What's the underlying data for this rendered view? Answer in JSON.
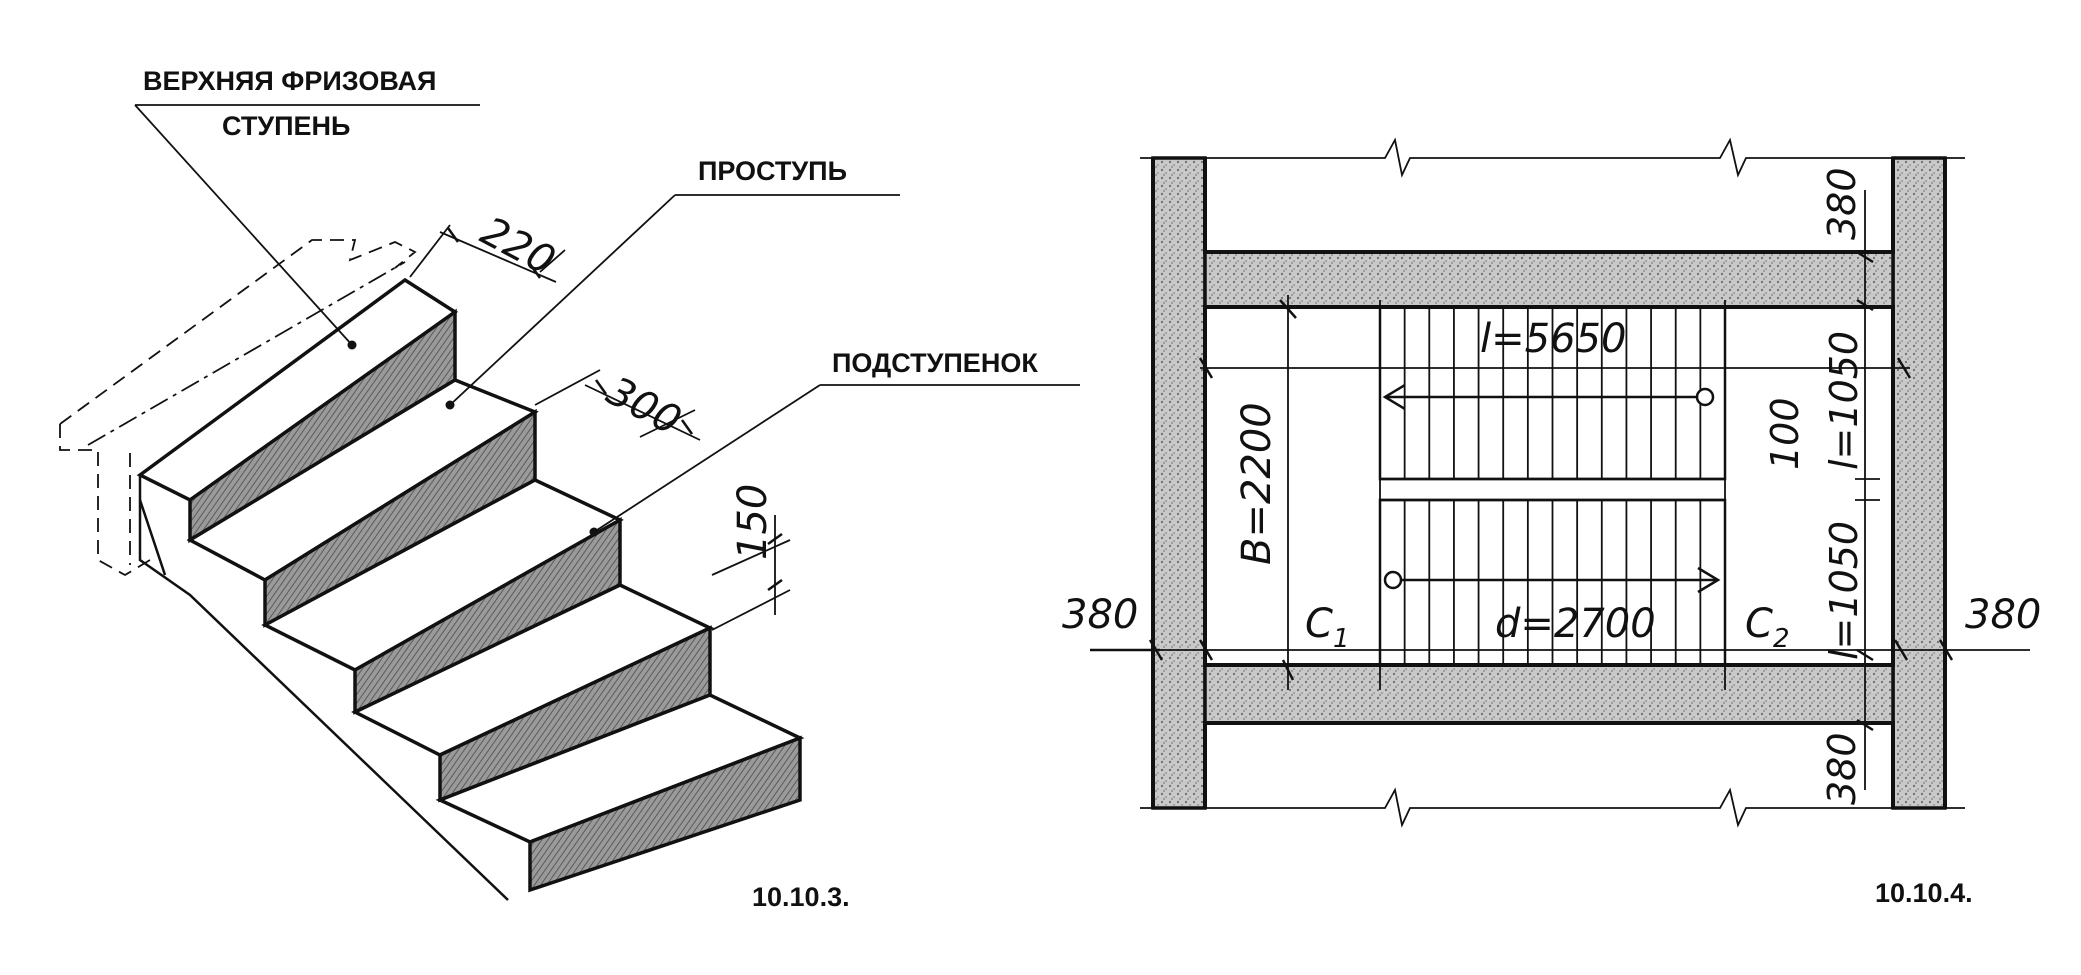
{
  "figure_left": {
    "labels": {
      "top_step_line1": "ВЕРХНЯЯ ФРИЗОВАЯ",
      "top_step_line2": "СТУПЕНЬ",
      "tread": "ПРОСТУПЬ",
      "riser": "ПОДСТУПЕНОК"
    },
    "dimensions": {
      "top_tread": "220",
      "tread": "300",
      "riser": "150"
    },
    "caption": "10.10.3."
  },
  "figure_right": {
    "dimensions": {
      "length": "l=5650",
      "width": "B=2200",
      "flight_length": "d=2700",
      "landing_1": "C",
      "landing_1_sub": "1",
      "landing_2": "C",
      "landing_2_sub": "2",
      "flight_width_top": "l=1050",
      "flight_width_bottom": "l=1050",
      "gap": "100",
      "wall_top": "380",
      "wall_bottom": "380",
      "wall_left": "380",
      "wall_right": "380"
    },
    "caption": "10.10.4."
  },
  "colors": {
    "ink": "#111111",
    "paper": "#ffffff",
    "hatch": "#7a7a7a"
  }
}
